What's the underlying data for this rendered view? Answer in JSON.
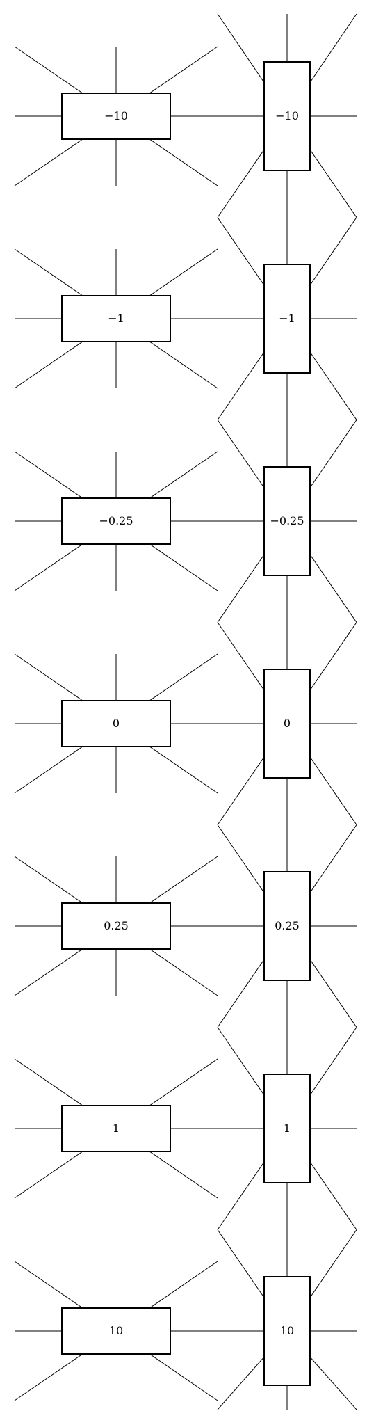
{
  "diagram": {
    "left_column": {
      "labels": [
        "−10",
        "−1",
        "−0.25",
        "0",
        "0.25",
        "1",
        "10"
      ]
    },
    "right_column": {
      "labels": [
        "−10",
        "−1",
        "−0.25",
        "0",
        "0.25",
        "1",
        "10"
      ]
    },
    "line_color": "#000000",
    "background": "#ffffff"
  }
}
